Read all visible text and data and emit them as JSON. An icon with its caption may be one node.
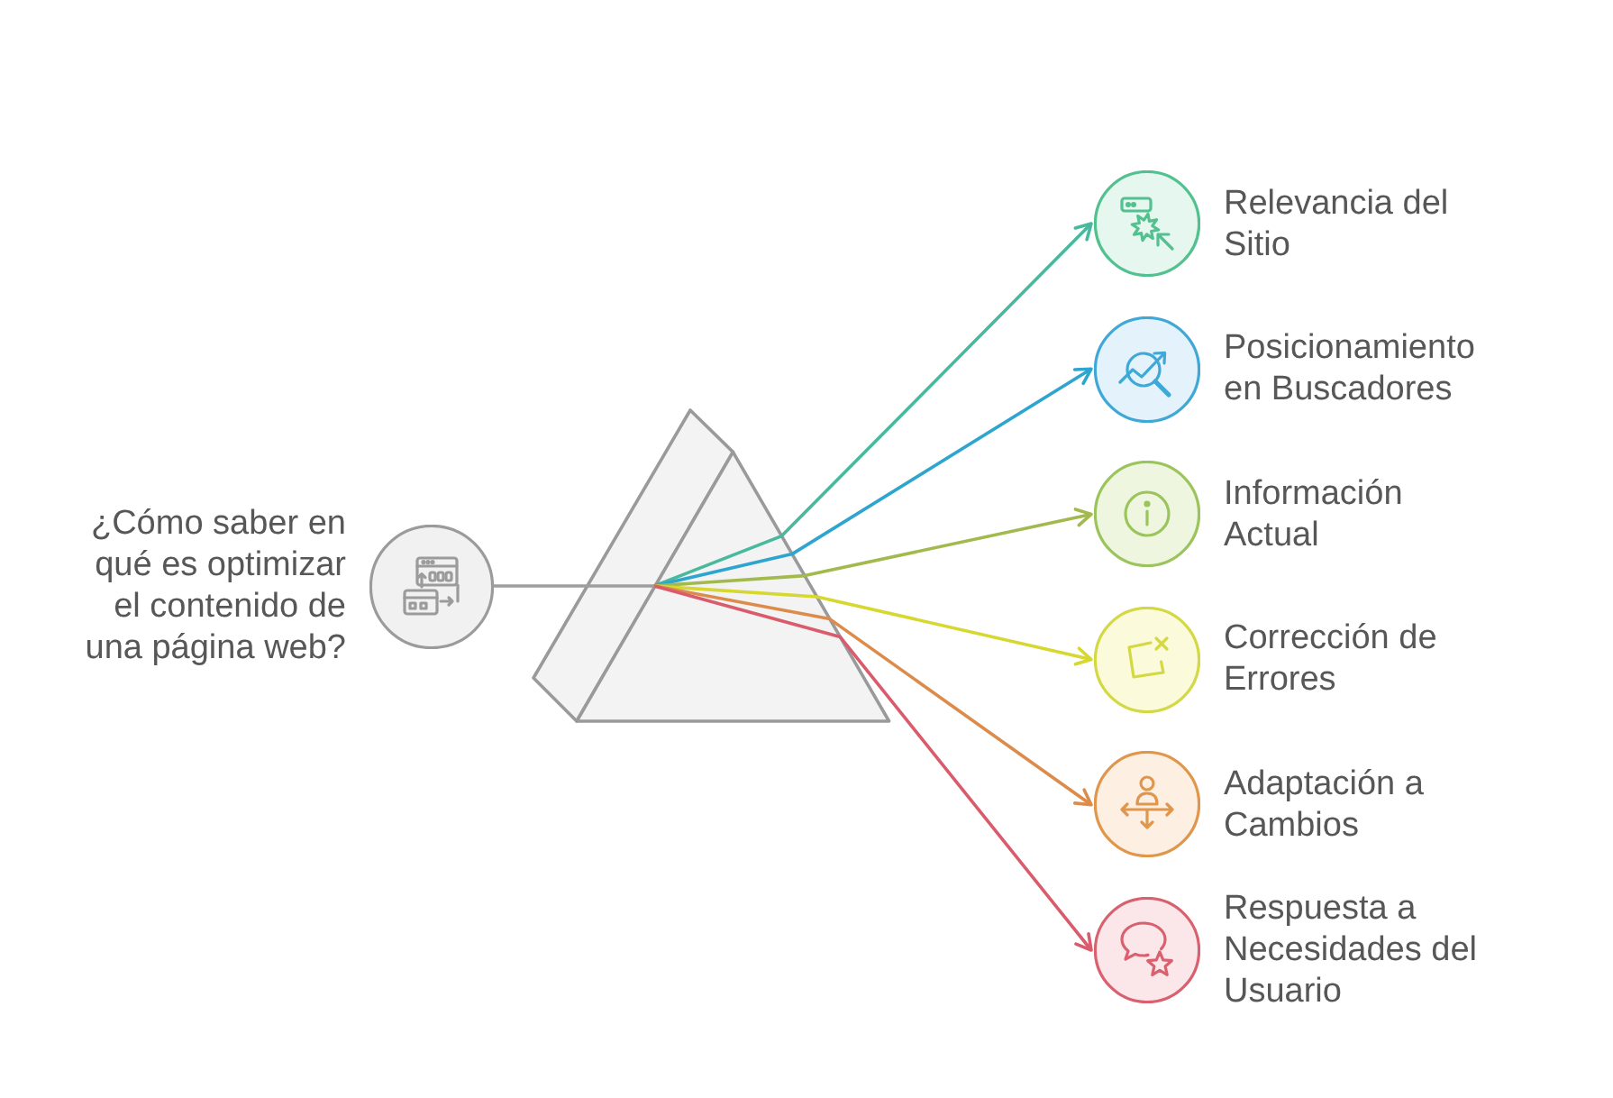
{
  "diagram": {
    "nodes": [
      {
        "text": [
          "¿Cómo saber en qué es optimizar el contenido de una página web?"
        ]
      },
      {
        "text": [],
        "shape": "prism"
      },
      {
        "text": [
          "Relevancia del Sitio"
        ]
      },
      {
        "text": [
          "Posicionamiento en Buscadores"
        ]
      },
      {
        "text": [
          "Información Actual"
        ]
      },
      {
        "text": [
          "Corrección de Errores"
        ]
      },
      {
        "text": [
          "Adaptación a Cambios"
        ]
      },
      {
        "text": [
          "Respuesta a Necesidades del Usuario"
        ]
      }
    ],
    "edges": [
      {
        "from": 0,
        "to": 1,
        "arrow": "none",
        "color": "#9e9e9e"
      },
      {
        "from": 1,
        "to": 2,
        "arrow": "to",
        "color": "#48b99c"
      },
      {
        "from": 1,
        "to": 3,
        "arrow": "to",
        "color": "#2ea5cf"
      },
      {
        "from": 1,
        "to": 4,
        "arrow": "to",
        "color": "#a2b94d"
      },
      {
        "from": 1,
        "to": 5,
        "arrow": "to",
        "color": "#d6d72f"
      },
      {
        "from": 1,
        "to": 6,
        "arrow": "to",
        "color": "#dd8b4b"
      },
      {
        "from": 1,
        "to": 7,
        "arrow": "to",
        "color": "#d95b6c"
      }
    ]
  }
}
